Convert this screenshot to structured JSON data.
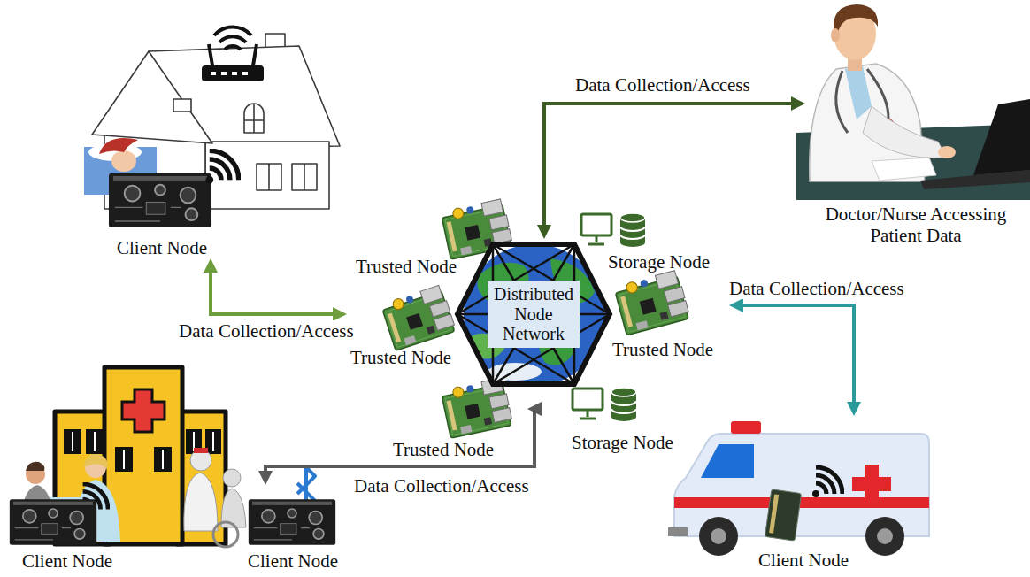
{
  "diagram": {
    "nodes": [
      {
        "text": [
          "Client Node"
        ]
      },
      {
        "text": [
          "Doctor/Nurse Accessing Patient Data"
        ]
      },
      {
        "text": [
          "Trusted Node"
        ]
      },
      {
        "text": [
          "Storage Node"
        ]
      },
      {
        "text": [
          "Distributed Node Network"
        ]
      },
      {
        "text": [
          "Trusted Node"
        ]
      },
      {
        "text": [
          "Trusted Node"
        ]
      },
      {
        "text": [
          "Trusted Node"
        ]
      },
      {
        "text": [
          "Storage Node"
        ]
      },
      {
        "text": [
          "Client Node"
        ]
      },
      {
        "text": [
          "Client Node"
        ]
      },
      {
        "text": [
          "Client Node"
        ]
      }
    ],
    "edges": [
      {
        "from": 0,
        "to": 5,
        "label": "Data Collection/Access",
        "arrow": "both"
      },
      {
        "from": 4,
        "to": 1,
        "label": "Data Collection/Access",
        "arrow": "both"
      },
      {
        "from": 6,
        "to": 9,
        "label": "Data Collection/Access",
        "arrow": "both"
      },
      {
        "from": 7,
        "to": 11,
        "label": "Data Collection/Access",
        "arrow": "both"
      }
    ]
  }
}
